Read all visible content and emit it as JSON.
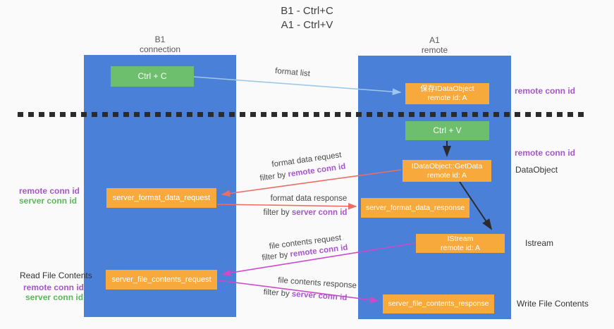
{
  "title": {
    "line1": "B1 - Ctrl+C",
    "line2": "A1 - Ctrl+V"
  },
  "columns": {
    "left": {
      "name": "B1",
      "role": "connection"
    },
    "right": {
      "name": "A1",
      "role": "remote"
    }
  },
  "nodes": {
    "ctrl_c": {
      "label": "Ctrl + C"
    },
    "save_dataobject": {
      "line1": "保存IDataObject",
      "line2": "remote id: A"
    },
    "ctrl_v": {
      "label": "Ctrl + V"
    },
    "getdata": {
      "line1": "IDataObject::GetData",
      "line2": "remote id: A"
    },
    "format_request": {
      "label": "server_format_data_request"
    },
    "format_response": {
      "label": "server_format_data_response"
    },
    "istream": {
      "line1": "IStream",
      "line2": "remote id: A"
    },
    "file_request": {
      "label": "server_file_contents_request"
    },
    "file_response": {
      "label": "server_file_contents_response"
    }
  },
  "edges": {
    "format_list": {
      "label": "format list"
    },
    "format_data_request": {
      "label": "format data request",
      "filter_prefix": "filter by ",
      "filter_key": "remote conn id"
    },
    "format_data_response": {
      "label": "format data response",
      "filter_prefix": "filter by ",
      "filter_key": "server conn id"
    },
    "file_contents_request": {
      "label": "file contents request",
      "filter_prefix": "filter by ",
      "filter_key": "remote conn id"
    },
    "file_contents_response": {
      "label": "file contents response",
      "filter_prefix": "filter by ",
      "filter_key": "server conn id"
    }
  },
  "annotations": {
    "right_top_conn_id": "remote conn id",
    "right_mid_conn_id": "remote conn id",
    "dataobject": "DataObject",
    "istream": "Istream",
    "write_file": "Write File Contents",
    "read_file": "Read File Contents",
    "left_format_remote": "remote conn id",
    "left_format_server": "server conn id",
    "left_file_remote": "remote conn id",
    "left_file_server": "server conn id"
  },
  "colors": {
    "background": "#fafafa",
    "column_blue": "#4a80d8",
    "box_green": "#6dbf6d",
    "box_orange": "#f7a93c",
    "arrow_lightblue": "#9dc8ea",
    "arrow_red": "#ed6d63",
    "arrow_magenta": "#cf49c9",
    "arrow_black": "#2b2b2b",
    "text_purple": "#a855cd",
    "text_green": "#5cb85c"
  }
}
